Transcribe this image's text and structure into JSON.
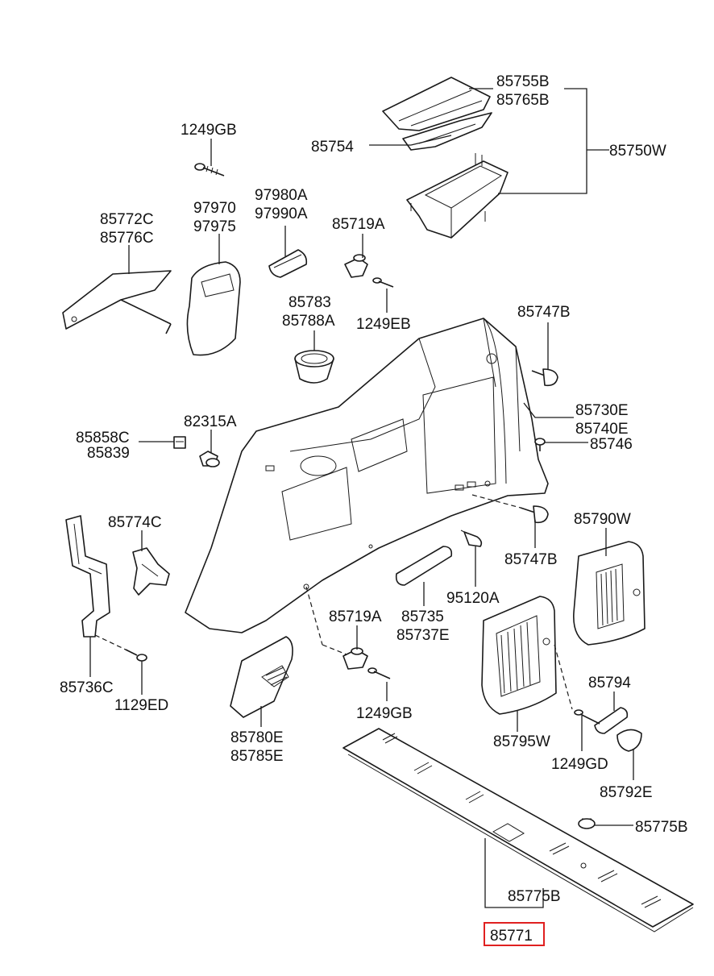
{
  "labels": {
    "p85755B": "85755B",
    "p85765B": "85765B",
    "p85754": "85754",
    "p85750W": "85750W",
    "p1249GB_top": "1249GB",
    "p97970": "97970",
    "p97975": "97975",
    "p97980A": "97980A",
    "p97990A": "97990A",
    "p85772C": "85772C",
    "p85776C": "85776C",
    "p85719A_top": "85719A",
    "p1249EB": "1249EB",
    "p85783": "85783",
    "p85788A": "85788A",
    "p85747B_top": "85747B",
    "p85730E": "85730E",
    "p85740E": "85740E",
    "p85746": "85746",
    "p82315A": "82315A",
    "p85858C": "85858C",
    "p85839": "85839",
    "p85774C": "85774C",
    "p85790W": "85790W",
    "p85747B_mid": "85747B",
    "p95120A": "95120A",
    "p85735": "85735",
    "p85737E": "85737E",
    "p85719A_mid": "85719A",
    "p1249GB_mid": "1249GB",
    "p85736C": "85736C",
    "p1129ED": "1129ED",
    "p85780E": "85780E",
    "p85785E": "85785E",
    "p85794": "85794",
    "p85795W": "85795W",
    "p1249GD": "1249GD",
    "p85792E": "85792E",
    "p85775B_right": "85775B",
    "p85775B_bottom": "85775B",
    "p85771": "85771"
  },
  "highlight": {
    "label": "85771",
    "color": "#e02020"
  },
  "colors": {
    "line": "#1a1a1a",
    "background": "#ffffff",
    "text": "#111111"
  }
}
